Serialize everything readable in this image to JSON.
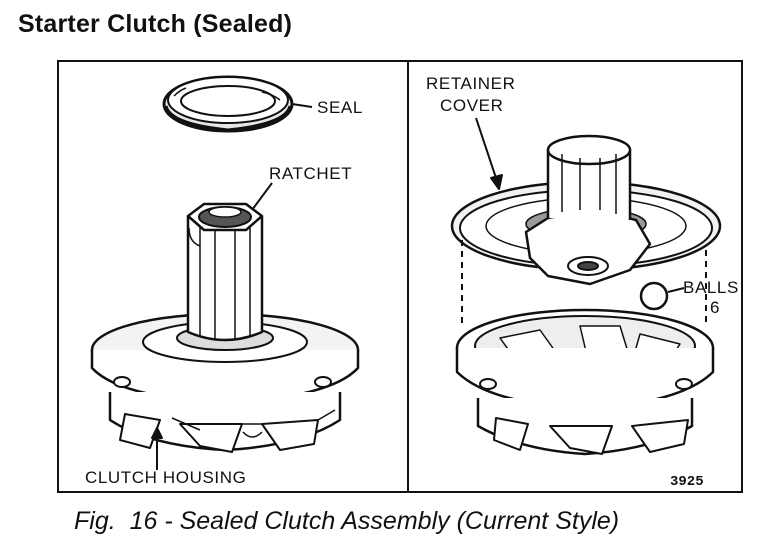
{
  "page_title": "Starter Clutch (Sealed)",
  "figure": {
    "left_panel": {
      "seal_label": "SEAL",
      "ratchet_label": "RATCHET",
      "clutch_housing_label": "CLUTCH HOUSING"
    },
    "right_panel": {
      "retainer_label": "RETAINER",
      "cover_label": "COVER",
      "balls_label": "BALLS",
      "balls_count": "6",
      "figure_number": "3925"
    }
  },
  "caption": "Fig.  16 - Sealed Clutch Assembly (Current Style)"
}
